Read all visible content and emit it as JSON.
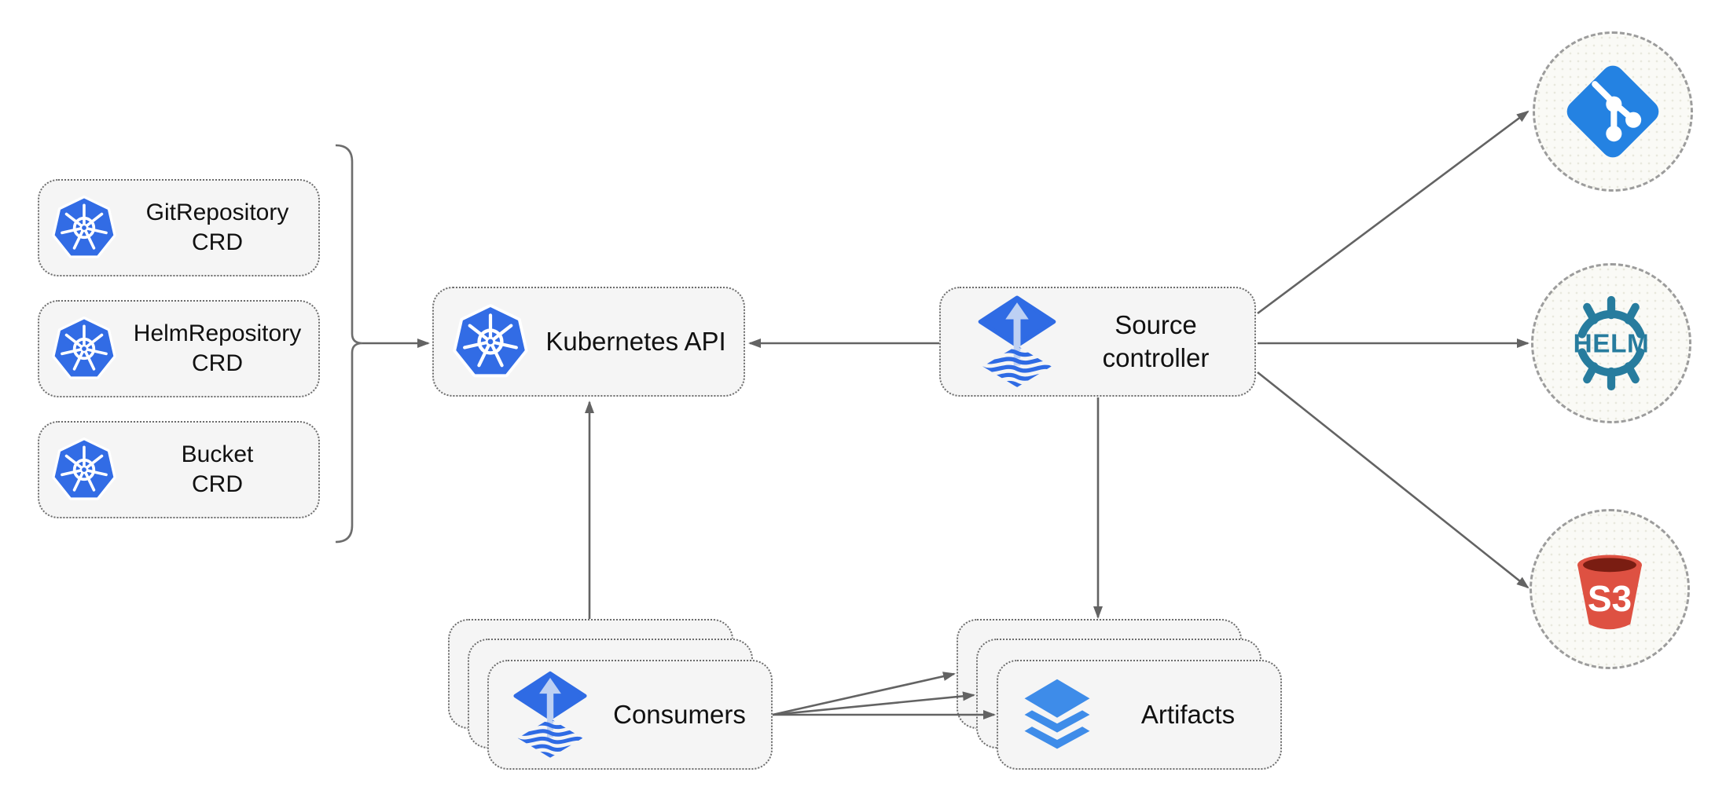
{
  "diagram": {
    "crd_group": {
      "items": [
        {
          "line1": "GitRepository",
          "line2": "CRD",
          "icon": "kubernetes-icon"
        },
        {
          "line1": "HelmRepository",
          "line2": "CRD",
          "icon": "kubernetes-icon"
        },
        {
          "line1": "Bucket",
          "line2": "CRD",
          "icon": "kubernetes-icon"
        }
      ]
    },
    "kubernetes_api": {
      "label": "Kubernetes API",
      "icon": "kubernetes-icon"
    },
    "source_controller": {
      "line1": "Source",
      "line2": "controller",
      "icon": "flux-icon"
    },
    "consumers": {
      "label": "Consumers",
      "icon": "flux-icon",
      "stack_count": 3
    },
    "artifacts": {
      "label": "Artifacts",
      "icon": "layers-icon",
      "stack_count": 3
    },
    "externals": {
      "git": {
        "icon": "git-icon"
      },
      "helm": {
        "icon": "helm-icon",
        "label": "HELM"
      },
      "s3": {
        "icon": "s3-bucket-icon",
        "label": "S3"
      }
    },
    "edges": [
      {
        "from": "crd-group",
        "to": "kubernetes-api"
      },
      {
        "from": "source-controller",
        "to": "kubernetes-api"
      },
      {
        "from": "consumers",
        "to": "kubernetes-api"
      },
      {
        "from": "source-controller",
        "to": "artifacts"
      },
      {
        "from": "source-controller",
        "to": "git"
      },
      {
        "from": "source-controller",
        "to": "helm"
      },
      {
        "from": "source-controller",
        "to": "s3"
      },
      {
        "from": "consumers",
        "to": "artifacts-back"
      },
      {
        "from": "consumers",
        "to": "artifacts-middle"
      },
      {
        "from": "consumers",
        "to": "artifacts-front"
      }
    ],
    "colors": {
      "node_fill": "#F5F5F5",
      "node_border": "#6D6D6D",
      "circle_fill": "#FAFAF6",
      "circle_border": "#9C9C9C",
      "arrow": "#636363",
      "label_text": "#111111",
      "kubernetes_blue": "#326CE5",
      "flux_blue": "#2F6BE4",
      "flux_arrow_light": "#BDD0F3",
      "layers_blue": "#3E8CE9",
      "git_blue": "#2482E2",
      "helm_teal": "#277C9E",
      "s3_red": "#DE5142",
      "s3_dark_red": "#7A1D12"
    }
  }
}
